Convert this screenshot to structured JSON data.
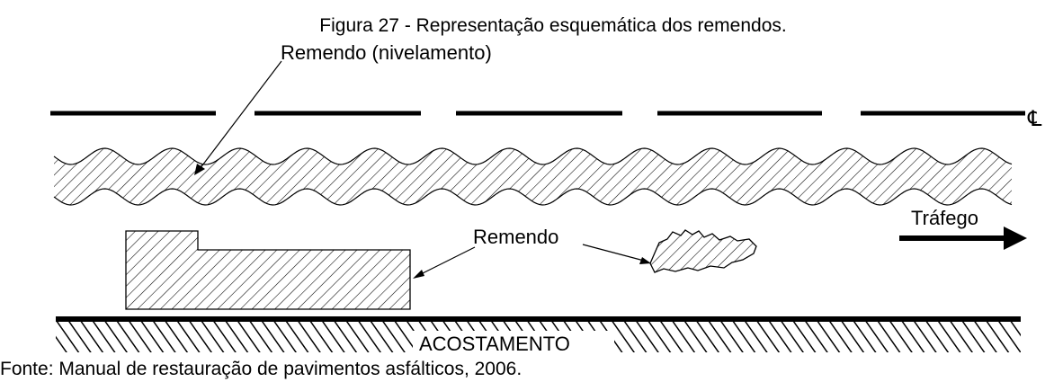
{
  "figure": {
    "caption": "Figura 27 - Representação esquemática dos remendos.",
    "source": "Fonte: Manual de restauração de pavimentos asfálticos, 2006."
  },
  "labels": {
    "leveling_patch": "Remendo (nivelamento)",
    "patch": "Remendo",
    "traffic": "Tráfego",
    "shoulder": "ACOSTAMENTO",
    "centerline_symbol": "℄"
  }
}
